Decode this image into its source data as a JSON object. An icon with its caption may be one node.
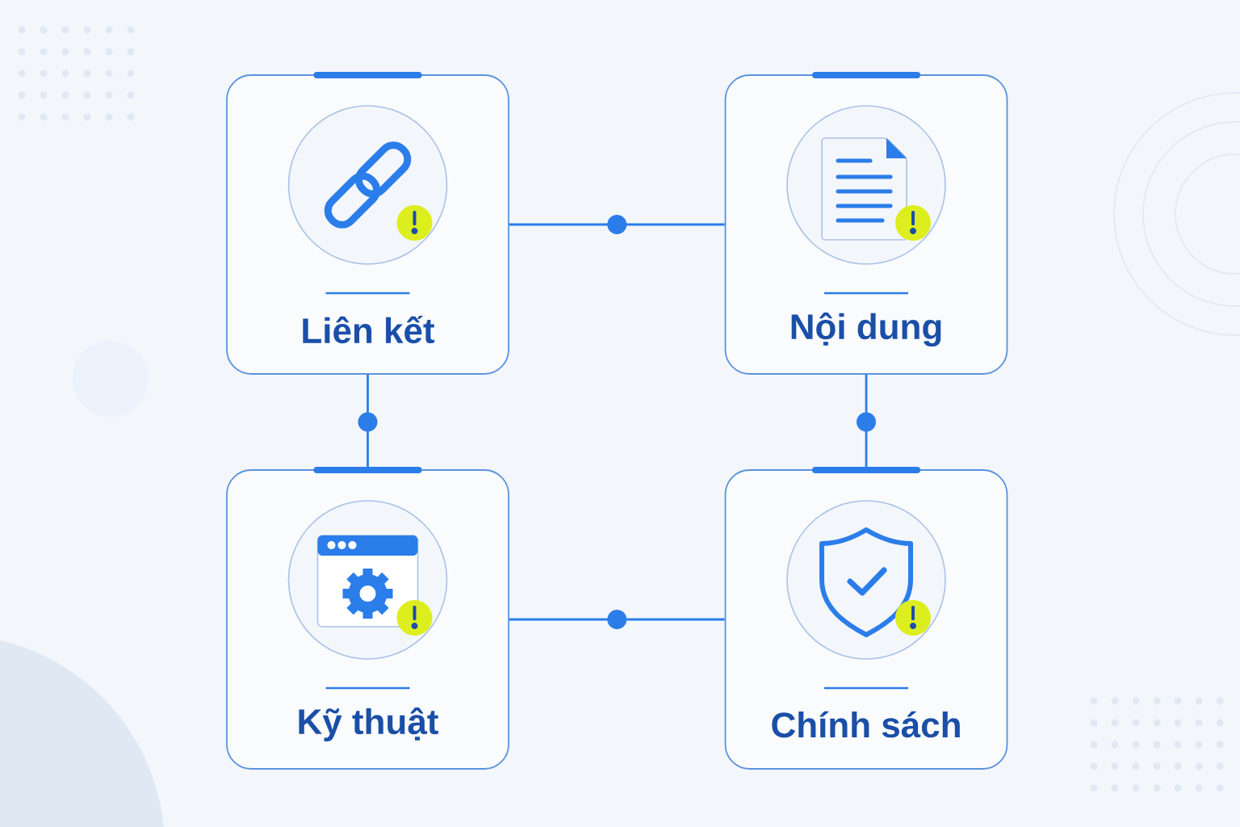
{
  "diagram": {
    "nodes": [
      {
        "text": [
          "Liên kết"
        ]
      },
      {
        "text": [
          "Nội dung"
        ]
      },
      {
        "text": [
          "Kỹ thuật"
        ]
      },
      {
        "text": [
          "Chính sách"
        ]
      }
    ],
    "edges": [
      {
        "from": 0,
        "to": 1,
        "arrow": "none"
      },
      {
        "from": 0,
        "to": 2,
        "arrow": "none"
      },
      {
        "from": 1,
        "to": 3,
        "arrow": "none"
      },
      {
        "from": 2,
        "to": 3,
        "arrow": "none"
      }
    ]
  }
}
